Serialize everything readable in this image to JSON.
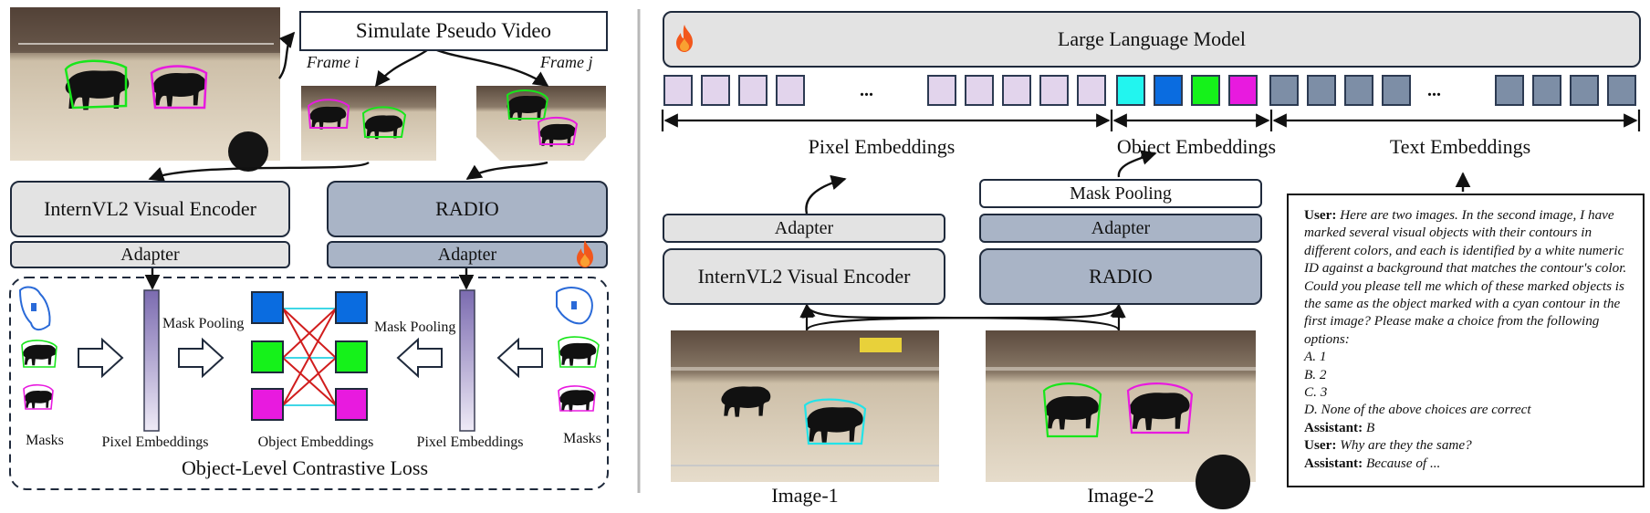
{
  "left_panel": {
    "simulate_title": "Simulate Pseudo Video",
    "frame_i": "Frame i",
    "frame_j": "Frame j",
    "encoder_label": "InternVL2 Visual Encoder",
    "radio_label": "RADIO",
    "adapter_label": "Adapter",
    "adapter_label_2": "Adapter",
    "mask_pooling_left": "Mask Pooling",
    "mask_pooling_right": "Mask Pooling",
    "masks_left": "Masks",
    "masks_right": "Masks",
    "pixel_emb_left": "Pixel Embeddings",
    "pixel_emb_right": "Pixel Embeddings",
    "object_emb": "Object Embeddings",
    "loss_title": "Object-Level Contrastive Loss"
  },
  "right_panel": {
    "llm_label": "Large Language Model",
    "ellipsis_1": "...",
    "ellipsis_2": "...",
    "pixel_embeddings": "Pixel Embeddings",
    "object_embeddings": "Object Embeddings",
    "text_embeddings": "Text Embeddings",
    "mask_pooling": "Mask Pooling",
    "adapter_left": "Adapter",
    "adapter_right": "Adapter",
    "encoder_label": "InternVL2 Visual Encoder",
    "radio_label": "RADIO",
    "image1_caption": "Image-1",
    "image2_caption": "Image-2",
    "object_token_colors": [
      "#22f5ef",
      "#0a6ce0",
      "#15f21a",
      "#e81adf"
    ]
  },
  "dialog": {
    "user_tag": "User:",
    "user_text": "Here are two images. In the second image, I have marked several visual objects with their contours in different colors, and each is identified by a white numeric ID against a background that matches the contour's color. Could you please tell me which of these marked objects is the same as the object marked with a cyan contour in the first image? Please make a choice from the following options:",
    "option_a": "A. 1",
    "option_b": "B. 2",
    "option_c": "C. 3",
    "option_d": "D. None of the above choices are correct",
    "assistant_tag": "Assistant:",
    "assistant_answer": "B",
    "user_tag_2": "User:",
    "user_text_2": "Why are they the same?",
    "assistant_tag_2": "Assistant:",
    "assistant_answer_2": "Because of ..."
  },
  "icons": [
    "flame-icon",
    "bull-mask-icon",
    "hollow-arrow-icon"
  ],
  "colors": {
    "light_box": "#e3e3e3",
    "dark_box": "#a9b4c6",
    "pixel_token": "#e2d4ec",
    "text_token": "#7d8ea6",
    "obj_blue": "#0a6ce0",
    "obj_green": "#15f21a",
    "obj_magenta": "#e81adf",
    "line_cyan": "#3fd7e6",
    "line_red": "#d11d1d"
  }
}
